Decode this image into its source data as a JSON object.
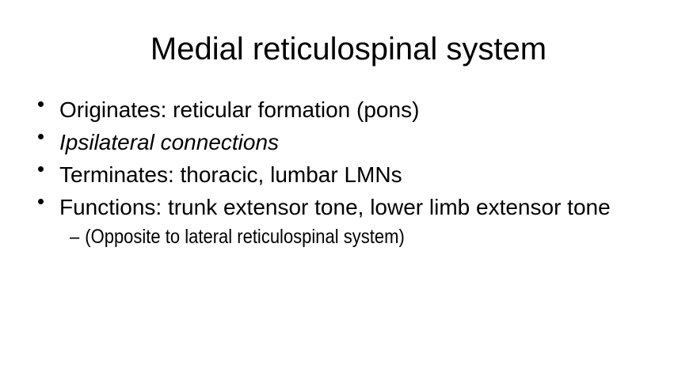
{
  "slide": {
    "title": "Medial reticulospinal system",
    "bullets": [
      {
        "text": "Originates: reticular formation (pons)"
      },
      {
        "text": "Ipsilateral connections"
      },
      {
        "text": "Terminates: thoracic, lumbar LMNs"
      },
      {
        "text": "Functions: trunk extensor tone, lower limb extensor tone"
      }
    ],
    "sub_bullet": {
      "marker": "–",
      "text": "(Opposite to lateral reticulospinal system)"
    },
    "colors": {
      "background": "#ffffff",
      "text": "#000000"
    }
  }
}
